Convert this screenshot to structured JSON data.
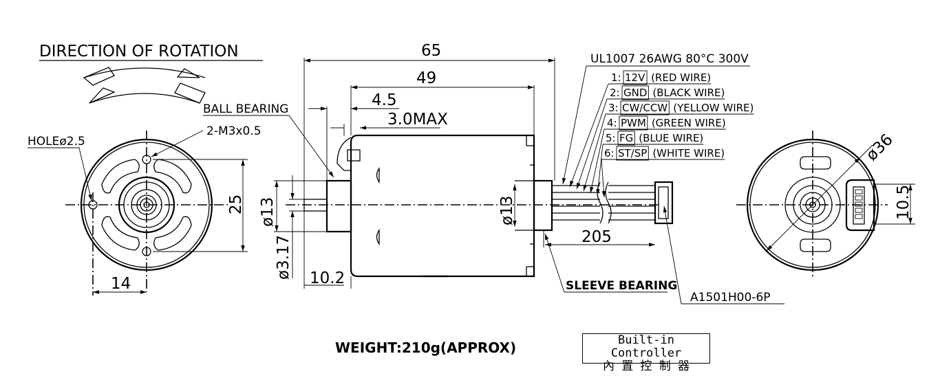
{
  "title": "DIRECTION OF ROTATION",
  "labels": {
    "ball_bearing": "BALL BEARING",
    "sleeve_bearing": "SLEEVE BEARING",
    "mount_screw": "2-M3x0.5",
    "hole": "HOLEø2.5",
    "connector": "A1501H00-6P",
    "wire_spec": "UL1007 26AWG 80°C 300V",
    "weight": "WEIGHT:210g(APPROX)"
  },
  "dimensions": {
    "overall_length": "65",
    "body_length": "49",
    "boss_length": "4.5",
    "boss_max": "3.0MAX",
    "shaft_extension": "10.2",
    "lead_length": "205",
    "front_boss_dia": "ø13",
    "shaft_dia": "ø3.17",
    "rear_boss_dia": "ø13",
    "mount_spacing_vertical": "25",
    "mount_spacing_horizontal": "14",
    "body_dia": "ø36",
    "connector_width": "10.5"
  },
  "wires": [
    {
      "num": "1",
      "signal": "12V",
      "desc": "(RED WIRE)"
    },
    {
      "num": "2",
      "signal": "GND",
      "desc": "(BLACK WIRE)"
    },
    {
      "num": "3",
      "signal": "CW/CCW",
      "desc": "(YELLOW WIRE)"
    },
    {
      "num": "4",
      "signal": "PWM",
      "desc": "(GREEN WIRE)"
    },
    {
      "num": "5",
      "signal": "FG",
      "desc": "(BLUE WIRE)"
    },
    {
      "num": "6",
      "signal": "ST/SP",
      "desc": "(WHITE WIRE)"
    }
  ],
  "controller": {
    "en": "Built-in Controller",
    "zh": "內 置 控 制 器"
  }
}
